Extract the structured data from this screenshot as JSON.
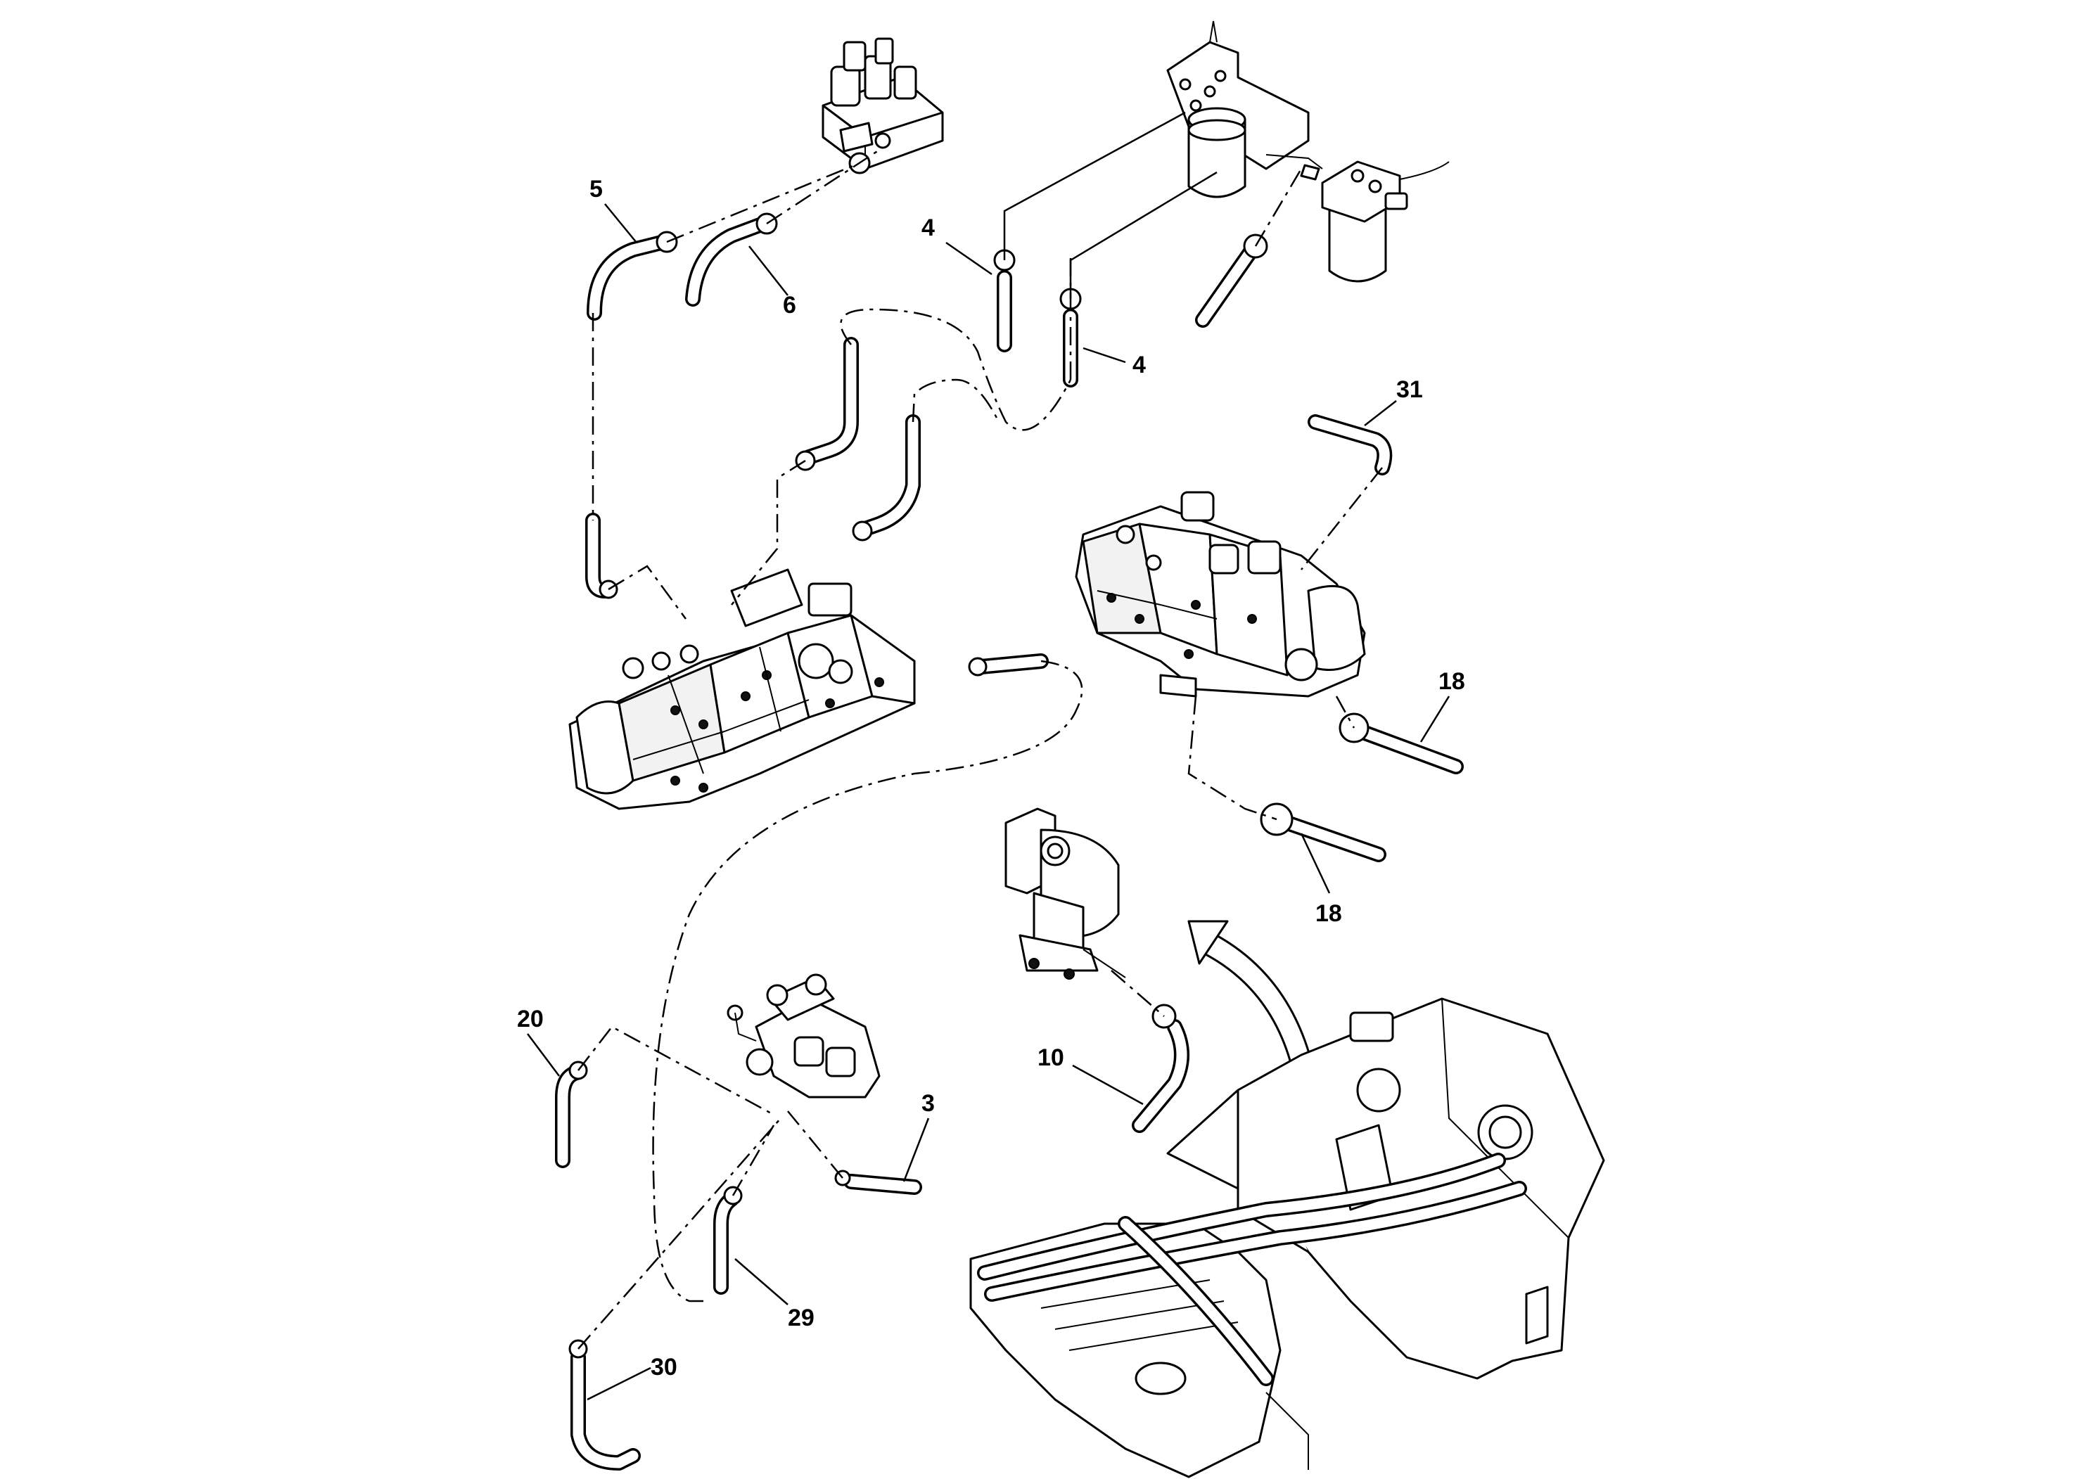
{
  "callouts": [
    {
      "id": "c5",
      "text": "5"
    },
    {
      "id": "c6",
      "text": "6"
    },
    {
      "id": "c4a",
      "text": "4"
    },
    {
      "id": "c4b",
      "text": "4"
    },
    {
      "id": "c31",
      "text": "31"
    },
    {
      "id": "c18a",
      "text": "18"
    },
    {
      "id": "c18b",
      "text": "18"
    },
    {
      "id": "c10",
      "text": "10"
    },
    {
      "id": "c20",
      "text": "20"
    },
    {
      "id": "c3",
      "text": "3"
    },
    {
      "id": "c29",
      "text": "29"
    },
    {
      "id": "c30",
      "text": "30"
    }
  ],
  "colors": {
    "line": "#000000",
    "background": "#ffffff"
  }
}
